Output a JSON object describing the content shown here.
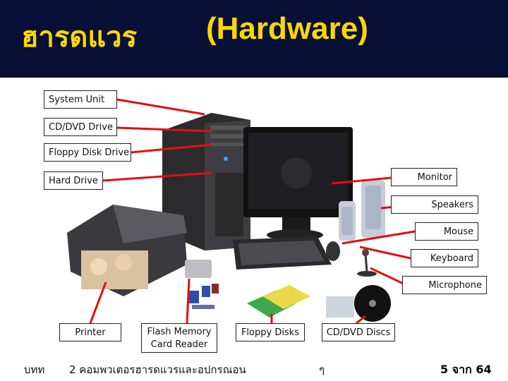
{
  "slide": {
    "title_thai": "ฮารดแวร",
    "title_en": "(Hardware)"
  },
  "labels": {
    "system_unit": "System Unit",
    "cd_dvd_drive": "CD/DVD Drive",
    "floppy_disk_drive": "Floppy Disk  Drive",
    "hard_drive": "Hard Drive",
    "monitor": "Monitor",
    "speakers": "Speakers",
    "mouse": "Mouse",
    "keyboard": "Keyboard",
    "microphone": "Microphone"
  },
  "captions": {
    "printer": "Printer",
    "flash_memory_line1": "Flash Memory",
    "flash_memory_line2": "Card Reader",
    "floppy_disks": "Floppy Disks",
    "cd_dvd_discs": "CD/DVD Discs"
  },
  "footer": {
    "chapter": "บทท",
    "title": "2 คอมพวเตอรฮารดแวรและอปกรณอน",
    "mark": "ๆ",
    "page": "5 จาก 64"
  },
  "colors": {
    "title_bg": "#081038",
    "title_text": "#ffd700",
    "connector": "#e01010"
  }
}
